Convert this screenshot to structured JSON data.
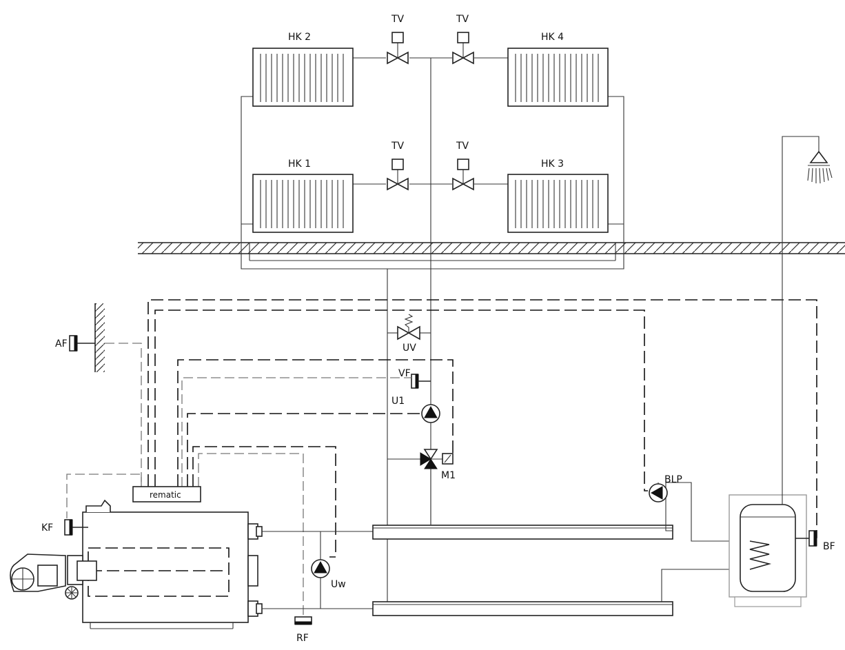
{
  "labels": {
    "hk1": "HK 1",
    "hk2": "HK 2",
    "hk3": "HK 3",
    "hk4": "HK 4",
    "tv": "TV",
    "uv": "UV",
    "vf": "VF",
    "u1": "U1",
    "m1": "M1",
    "af": "AF",
    "kf": "KF",
    "rf": "RF",
    "uw": "Uw",
    "blp": "BLP",
    "bf": "BF",
    "rematic": "rematic"
  }
}
